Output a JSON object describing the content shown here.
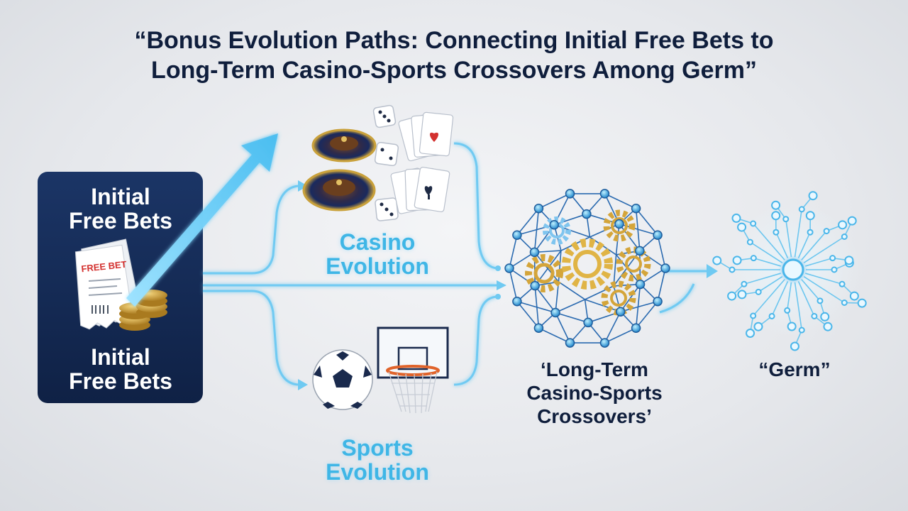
{
  "title": {
    "line1": "“Bonus Evolution Paths: Connecting Initial Free Bets to",
    "line2": "Long-Term Casino-Sports Crossovers Among Germ”"
  },
  "start_card": {
    "label_top_line1": "Initial",
    "label_top_line2": "Free Bets",
    "ticket_text": "FREE BET",
    "label_bottom_line1": "Initial",
    "label_bottom_line2": "Free Bets"
  },
  "casino": {
    "line1": "Casino",
    "line2": "Evolution"
  },
  "sports": {
    "line1": "Sports",
    "line2": "Evolution"
  },
  "crossover": {
    "line1": "‘Long-Term",
    "line2": "Casino-Sports",
    "line3": "Crossovers’"
  },
  "germ": {
    "label": "“Germ”"
  },
  "colors": {
    "title": "#0f1e3c",
    "card": "#13284f",
    "accent": "#3fb6e6",
    "gold": "#c9a13b"
  }
}
